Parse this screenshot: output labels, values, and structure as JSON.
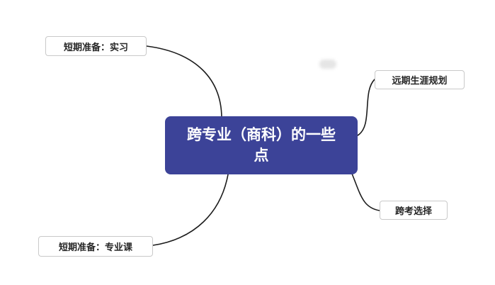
{
  "colors": {
    "root_bg": "#3c4398",
    "root_text": "#ffffff",
    "branch_border": "#c9c9c9",
    "branch_text": "#262626",
    "connector": "#1c1c1c",
    "canvas_bg": "#ffffff"
  },
  "mindmap": {
    "root": {
      "label": "跨专业（商科）的一些点"
    },
    "branches": [
      {
        "label": "短期准备：实习",
        "position": "top-left"
      },
      {
        "label": "远期生涯规划",
        "position": "top-right"
      },
      {
        "label": "跨考选择",
        "position": "bottom-right"
      },
      {
        "label": "短期准备：专业课",
        "position": "bottom-left"
      }
    ]
  }
}
